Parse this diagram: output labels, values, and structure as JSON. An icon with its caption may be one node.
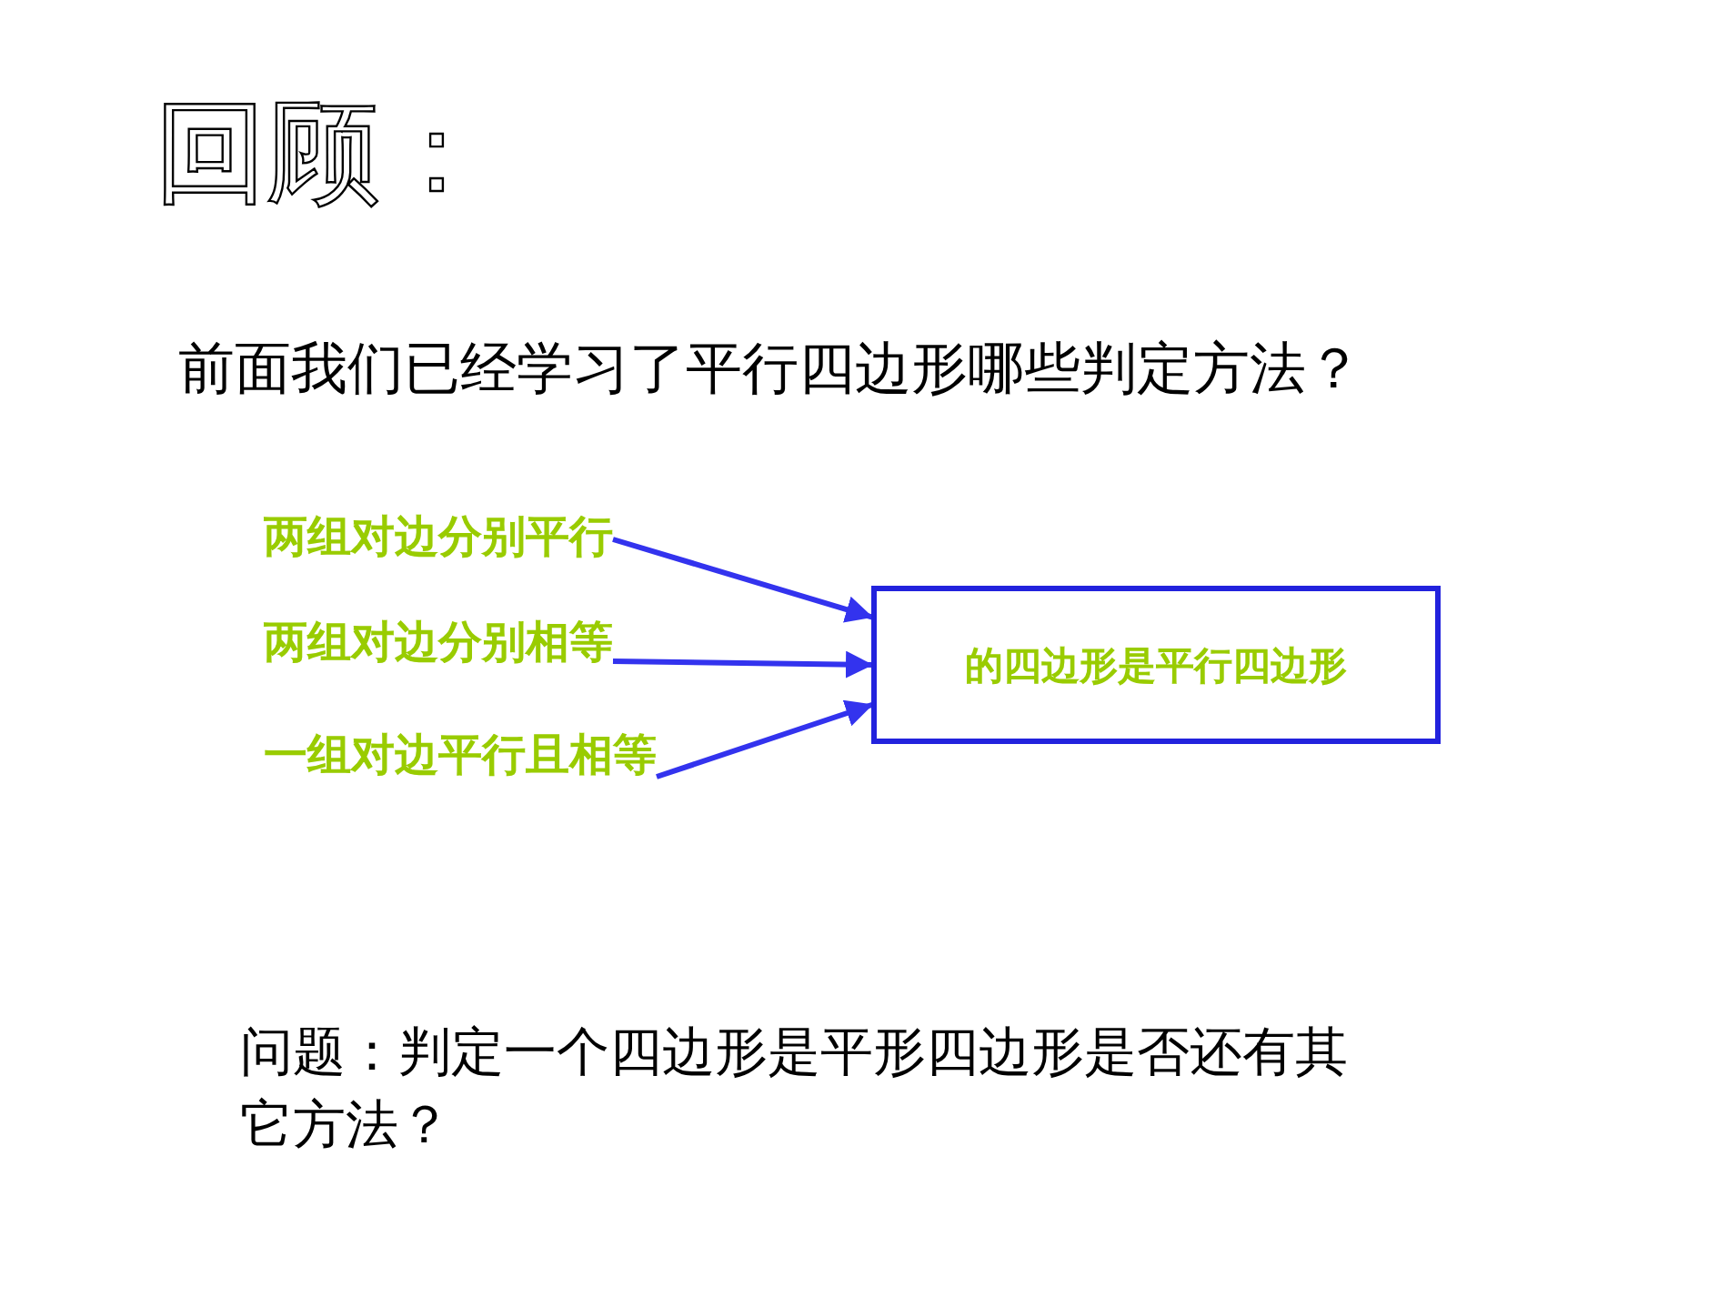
{
  "diagram": {
    "title": "回顾：",
    "nodes": [
      {
        "text": [
          "两组对边分别平行"
        ]
      },
      {
        "text": [
          "两组对边分别相等"
        ]
      },
      {
        "text": [
          "一组对边平行且相等"
        ]
      },
      {
        "text": [
          "的四边形是平行四边形"
        ]
      }
    ],
    "edges": [
      {
        "from": 0,
        "to": 3,
        "arrow": "to"
      },
      {
        "from": 1,
        "to": 3,
        "arrow": "to"
      },
      {
        "from": 2,
        "to": 3,
        "arrow": "to"
      }
    ],
    "labels": [
      "前面我们已经学习了平行四边形哪些判定方法？",
      "问题：判定一个四边形是平形四边形是否还有其它方法？"
    ]
  }
}
